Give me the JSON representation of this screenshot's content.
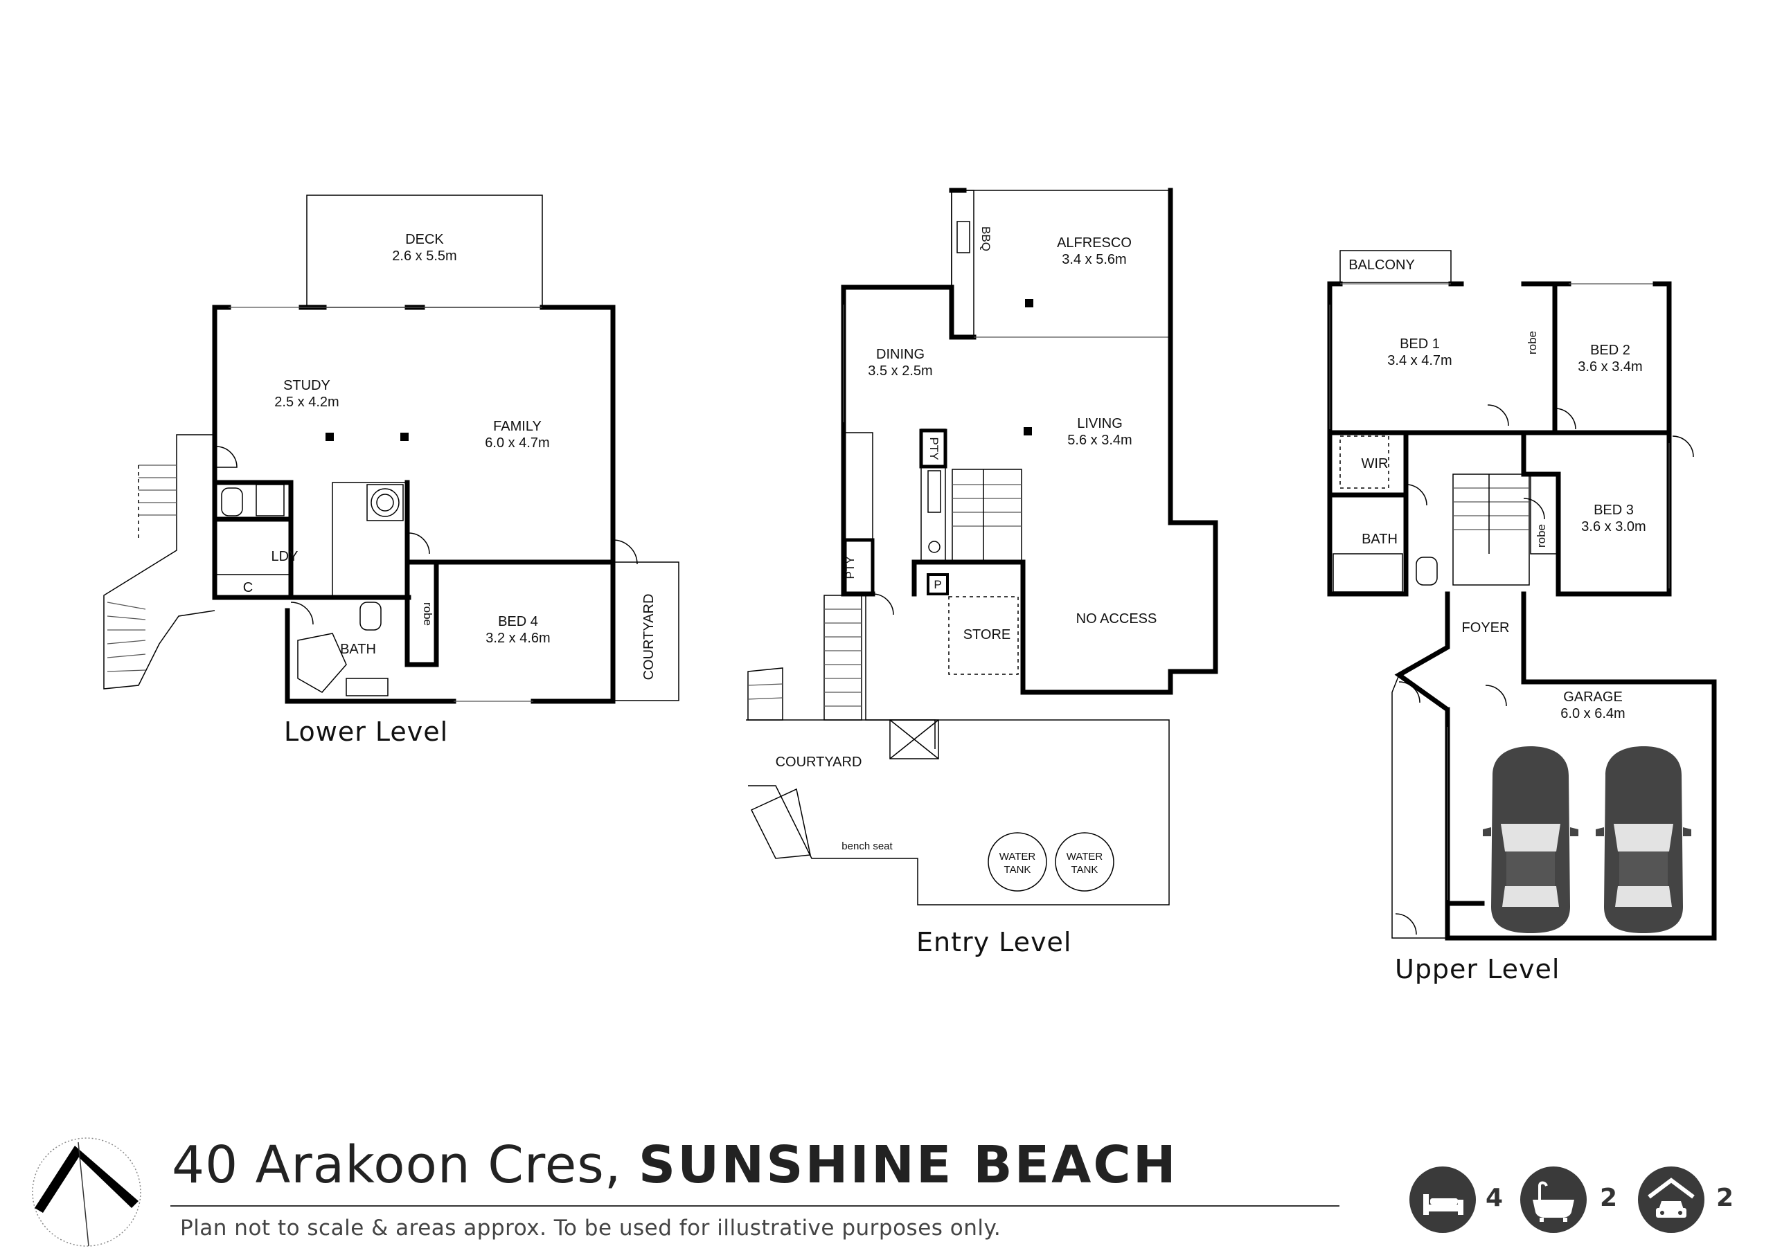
{
  "levels": {
    "lower": "Lower Level",
    "entry": "Entry Level",
    "upper": "Upper Level"
  },
  "rooms": {
    "deck_name": "DECK",
    "deck_size": "2.6 x 5.5m",
    "study_name": "STUDY",
    "study_size": "2.5 x 4.2m",
    "family_name": "FAMILY",
    "family_size": "6.0 x 4.7m",
    "ldy": "LDY",
    "c": "C",
    "lower_bath": "BATH",
    "lower_robe": "robe",
    "bed4_name": "BED 4",
    "bed4_size": "3.2 x 4.6m",
    "lower_courtyard": "COURTYARD",
    "alfresco_name": "ALFRESCO",
    "alfresco_size": "3.4 x 5.6m",
    "bbq": "BBQ",
    "dining_name": "DINING",
    "dining_size": "3.5 x 2.5m",
    "living_name": "LIVING",
    "living_size": "5.6 x 3.4m",
    "pty1": "PTY",
    "pty2": "PTY",
    "p": "P",
    "store": "STORE",
    "no_access": "NO ACCESS",
    "entry_courtyard": "COURTYARD",
    "bench_seat": "bench seat",
    "water_tank_1": [
      "WATER",
      "TANK"
    ],
    "water_tank_2": [
      "WATER",
      "TANK"
    ],
    "balcony": "BALCONY",
    "bed1_name": "BED 1",
    "bed1_size": "3.4 x 4.7m",
    "bed2_name": "BED 2",
    "bed2_size": "3.6 x 3.4m",
    "upper_robe_1": "robe",
    "upper_robe_2": "robe",
    "wir": "WIR",
    "upper_bath": "BATH",
    "bed3_name": "BED 3",
    "bed3_size": "3.6 x 3.0m",
    "foyer": "FOYER",
    "garage_name": "GARAGE",
    "garage_size": "6.0 x 6.4m"
  },
  "footer": {
    "address": "40 Arakoon Cres,",
    "suburb": "SUNSHINE BEACH",
    "disclaimer": "Plan not to scale & areas approx. To be used for illustrative purposes only."
  },
  "stats": {
    "bedrooms": {
      "icon": "bed-icon",
      "count": "4"
    },
    "bathrooms": {
      "icon": "bathtub-icon",
      "count": "2"
    },
    "parking": {
      "icon": "garage-car-icon",
      "count": "2"
    }
  },
  "colors": {
    "wall": "#000000",
    "icon_bg": "#3a3a3a",
    "car": "#444444"
  }
}
